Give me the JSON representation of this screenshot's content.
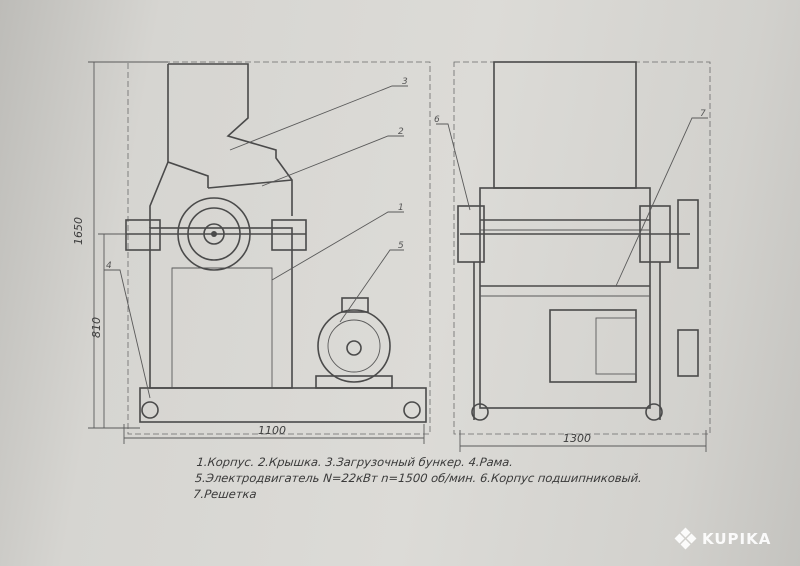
{
  "dimensions": {
    "height_total": "1650",
    "height_frame": "810",
    "width_side": "1100",
    "width_front": "1300"
  },
  "callouts": {
    "side": [
      "3",
      "2",
      "1",
      "5",
      "4"
    ],
    "front": [
      "6",
      "7"
    ]
  },
  "legend": {
    "line1": "1.Корпус. 2.Крышка. 3.Загрузочный бункер. 4.Рама.",
    "line2": "5.Электродвигатель N=22кВт n=1500 об/мин. 6.Корпус подшипниковый.",
    "line3": "7.Решетка"
  },
  "watermark": {
    "text": "KUPIKA",
    "icon": "kupika-logo-icon"
  }
}
